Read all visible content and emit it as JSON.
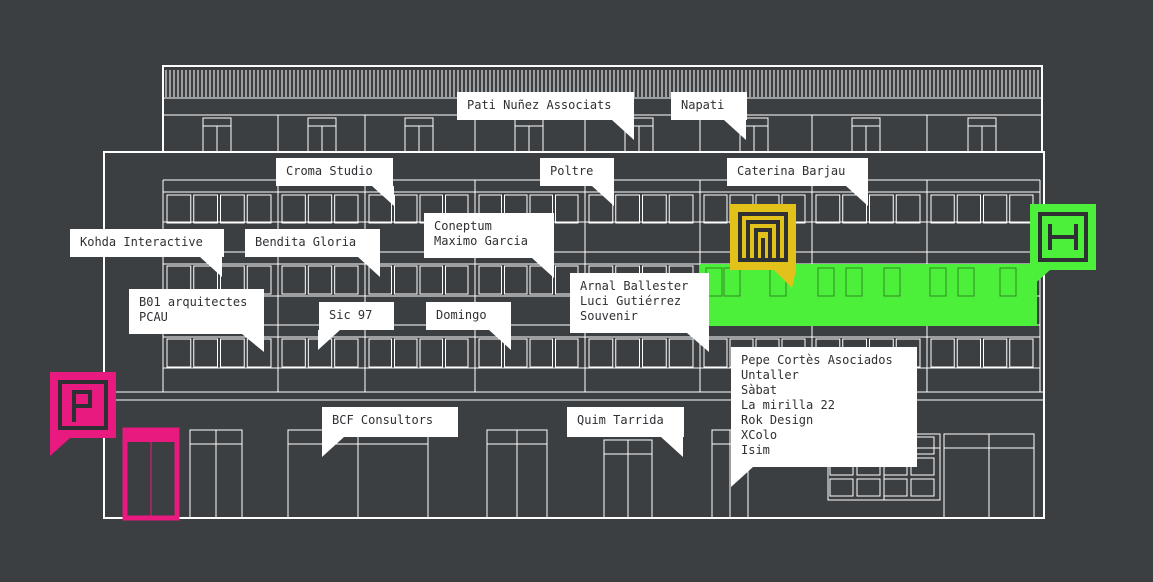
{
  "colors": {
    "background": "#3c3f42",
    "lines": "#ffffff",
    "magenta": "#e8197f",
    "yellow": "#e2c11a",
    "green": "#4cf03a"
  },
  "markers": [
    {
      "icon": "p-parking-icon",
      "color": "#e8197f"
    },
    {
      "icon": "maze-logo-icon",
      "color": "#e2c11a"
    },
    {
      "icon": "h-logo-icon",
      "color": "#4cf03a"
    }
  ],
  "labels": {
    "pati": [
      "Pati Nuñez Associats"
    ],
    "napati": [
      "Napati"
    ],
    "croma": [
      "Croma Studio"
    ],
    "poltre": [
      "Poltre"
    ],
    "caterina": [
      "Caterina Barjau"
    ],
    "kohda": [
      "Kohda Interactive"
    ],
    "bendita": [
      "Bendita Gloria"
    ],
    "coneptum": [
      "Coneptum",
      "Maximo Garcia"
    ],
    "b01": [
      "B01 arquitectes",
      "PCAU"
    ],
    "sic": [
      "Sic 97"
    ],
    "domingo": [
      "Domingo"
    ],
    "arnal": [
      "Arnal Ballester",
      "Luci Gutiérrez",
      "Souvenir"
    ],
    "pepe": [
      "Pepe Cortès Asociados",
      "Untaller",
      "Sàbat",
      "La mirilla 22",
      "Rok Design",
      "XColo",
      "Isim"
    ],
    "bcf": [
      "BCF Consultors"
    ],
    "quim": [
      "Quim Tarrida"
    ]
  }
}
